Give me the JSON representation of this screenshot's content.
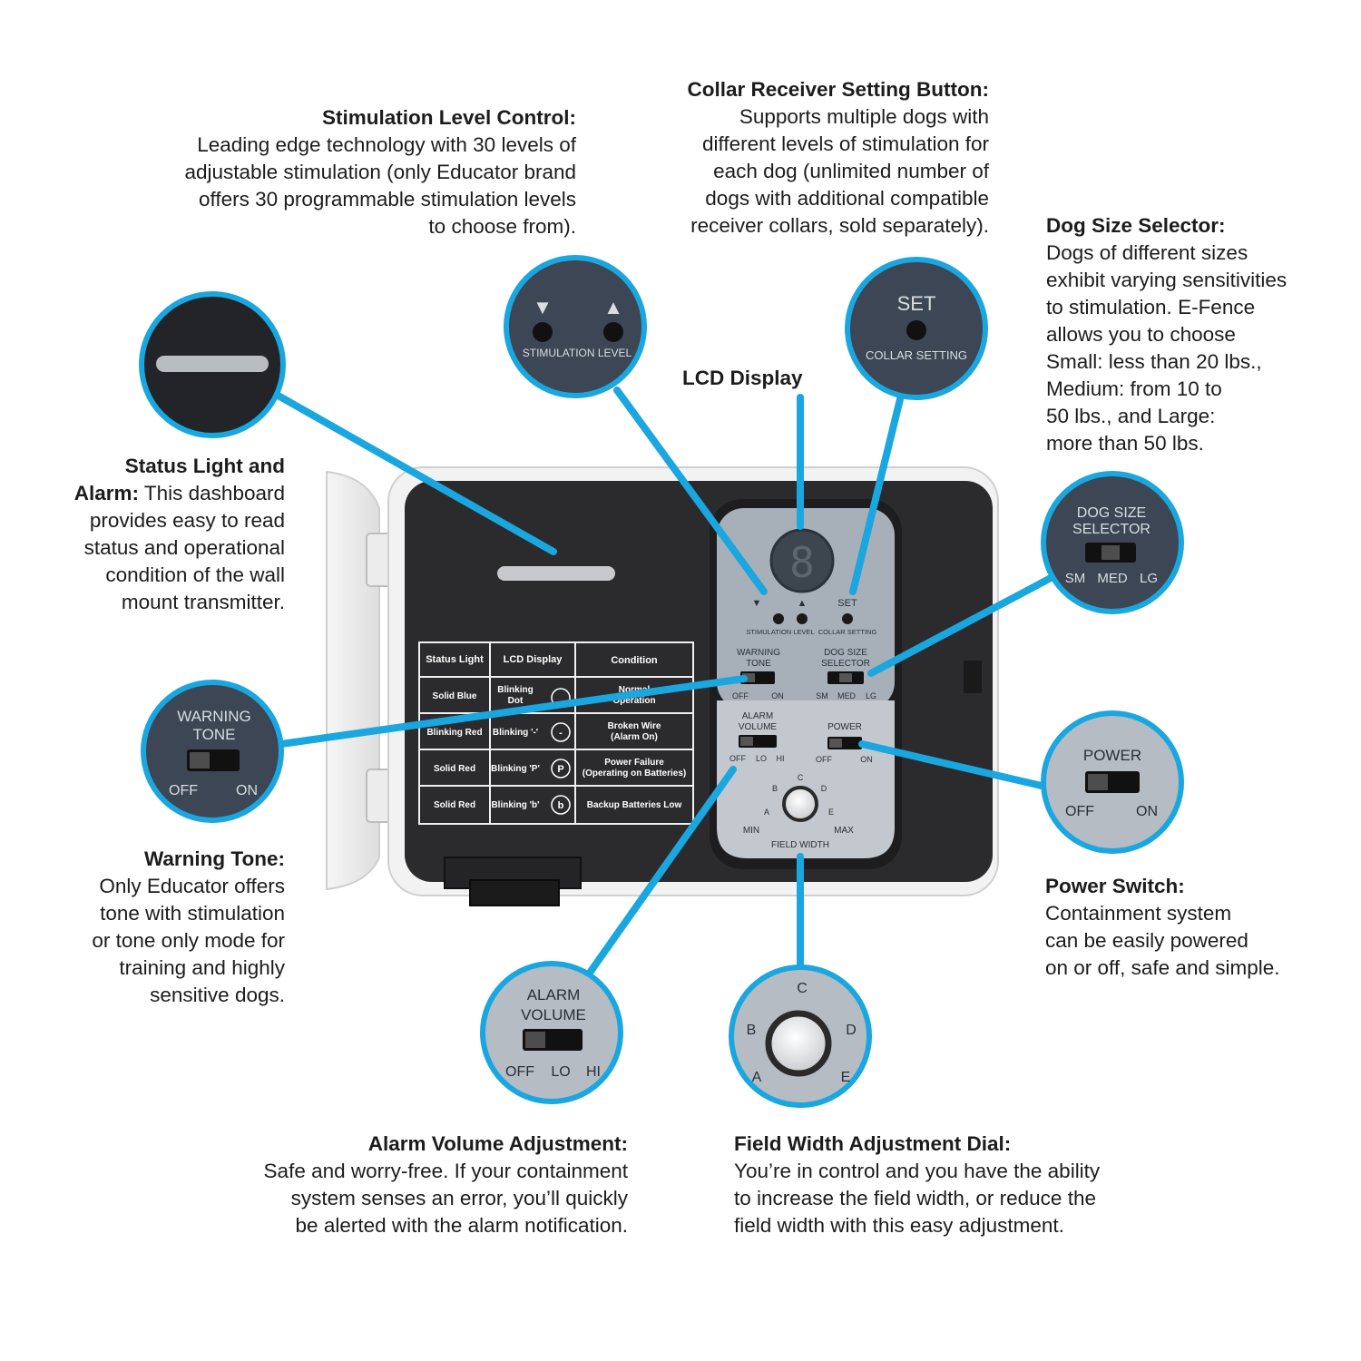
{
  "callouts": {
    "stimulation": {
      "title": "Stimulation Level Control:",
      "lines": [
        "Leading edge technology with 30 levels of",
        "adjustable stimulation (only Educator brand",
        "offers 30 programmable stimulation levels",
        "to choose from)."
      ]
    },
    "collar": {
      "title": "Collar Receiver Setting Button:",
      "lines": [
        "Supports multiple dogs with",
        "different levels of stimulation for",
        "each dog (unlimited number of",
        "dogs with additional compatible",
        "receiver collars, sold separately)."
      ]
    },
    "dogsize": {
      "title": "Dog Size Selector:",
      "lines": [
        "Dogs of different sizes",
        "exhibit varying sensitivities",
        "to stimulation. E-Fence",
        "allows you to choose",
        "Small: less than 20 lbs.,",
        "Medium: from 10 to",
        "50 lbs., and Large:",
        "more than 50 lbs."
      ]
    },
    "lcd": {
      "title": "LCD Display"
    },
    "status": {
      "title_line": "Status Light and",
      "title_cont": "Alarm:",
      "first_rest": " This dashboard",
      "lines": [
        "provides easy to read",
        "status and operational",
        "condition of the wall",
        "mount transmitter."
      ]
    },
    "warning": {
      "title": "Warning Tone:",
      "lines": [
        "Only Educator offers",
        "tone with stimulation",
        "or tone only mode for",
        "training and highly",
        "sensitive dogs."
      ]
    },
    "power": {
      "title": "Power Switch:",
      "lines": [
        "Containment system",
        "can be easily powered",
        "on or off, safe and simple."
      ]
    },
    "alarm": {
      "title": "Alarm Volume Adjustment:",
      "lines": [
        "Safe and worry-free. If your containment",
        "system senses an error, you’ll quickly",
        "be alerted with the alarm notification."
      ]
    },
    "field": {
      "title": "Field Width Adjustment Dial:",
      "lines": [
        "You’re in control and you have the ability",
        "to increase the field width, or reduce the",
        "field width with this easy adjustment."
      ]
    }
  },
  "device": {
    "lcd_digit": "8",
    "down_arrow": "▼",
    "up_arrow": "▲",
    "stim_label": "STIMULATION LEVEL",
    "set_label": "SET",
    "collar_label": "COLLAR SETTING",
    "warning_label_1": "WARNING",
    "warning_label_2": "TONE",
    "off": "OFF",
    "on": "ON",
    "dogsize_label_1": "DOG SIZE",
    "dogsize_label_2": "SELECTOR",
    "sm": "SM",
    "med": "MED",
    "lg": "LG",
    "alarm_label_1": "ALARM",
    "alarm_label_2": "VOLUME",
    "lo": "LO",
    "hi": "HI",
    "power_label": "POWER",
    "dial_letters": [
      "A",
      "B",
      "C",
      "D",
      "E"
    ],
    "min": "MIN",
    "max": "MAX",
    "field_width": "FIELD WIDTH"
  },
  "status_table": {
    "headers": [
      "Status Light",
      "LCD Display",
      "Condition"
    ],
    "rows": [
      {
        "light": "Solid Blue",
        "lcd": [
          "Blinking",
          "Dot"
        ],
        "symbol": "",
        "condition": [
          "Normal",
          "Operation"
        ]
      },
      {
        "light": "Blinking Red",
        "lcd": [
          "Blinking '-'"
        ],
        "symbol": "-",
        "condition": [
          "Broken Wire",
          "(Alarm On)"
        ]
      },
      {
        "light": "Solid Red",
        "lcd": [
          "Blinking 'P'"
        ],
        "symbol": "P",
        "condition": [
          "Power Failure",
          "(Operating on Batteries)"
        ]
      },
      {
        "light": "Solid Red",
        "lcd": [
          "Blinking 'b'"
        ],
        "symbol": "b",
        "condition": [
          "Backup Batteries Low"
        ]
      }
    ]
  },
  "colors": {
    "accent_blue": "#1aa6df",
    "circle_fill": "#3c4654",
    "device_body": "#2b2b2d",
    "panel_gray": "#a7b0b9"
  }
}
